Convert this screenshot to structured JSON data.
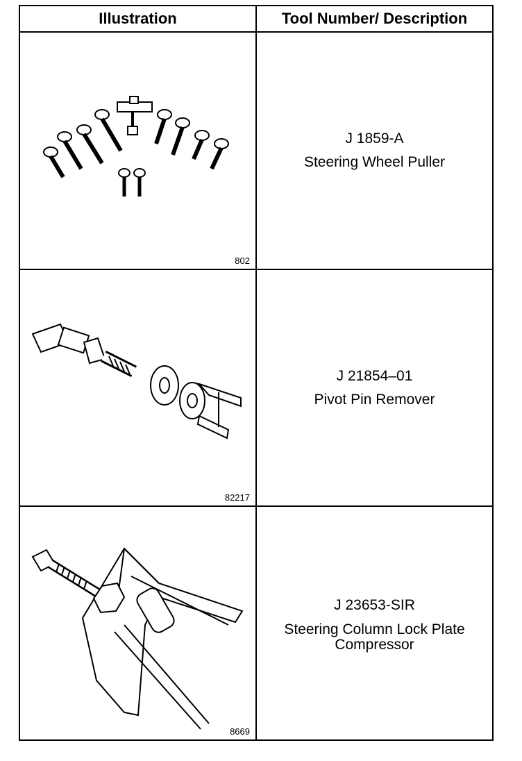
{
  "table": {
    "headers": {
      "illustration": "Illustration",
      "description": "Tool Number/ Description"
    },
    "rows": [
      {
        "figure_id": "802",
        "tool_number": "J 1859-A",
        "description": "Steering Wheel Puller",
        "icon": "steering-wheel-puller-illustration"
      },
      {
        "figure_id": "82217",
        "tool_number": "J 21854–01",
        "description": "Pivot Pin Remover",
        "icon": "pivot-pin-remover-illustration"
      },
      {
        "figure_id": "8669",
        "tool_number": "J 23653-SIR",
        "description": "Steering Column Lock Plate Compressor",
        "icon": "lock-plate-compressor-illustration"
      }
    ]
  }
}
